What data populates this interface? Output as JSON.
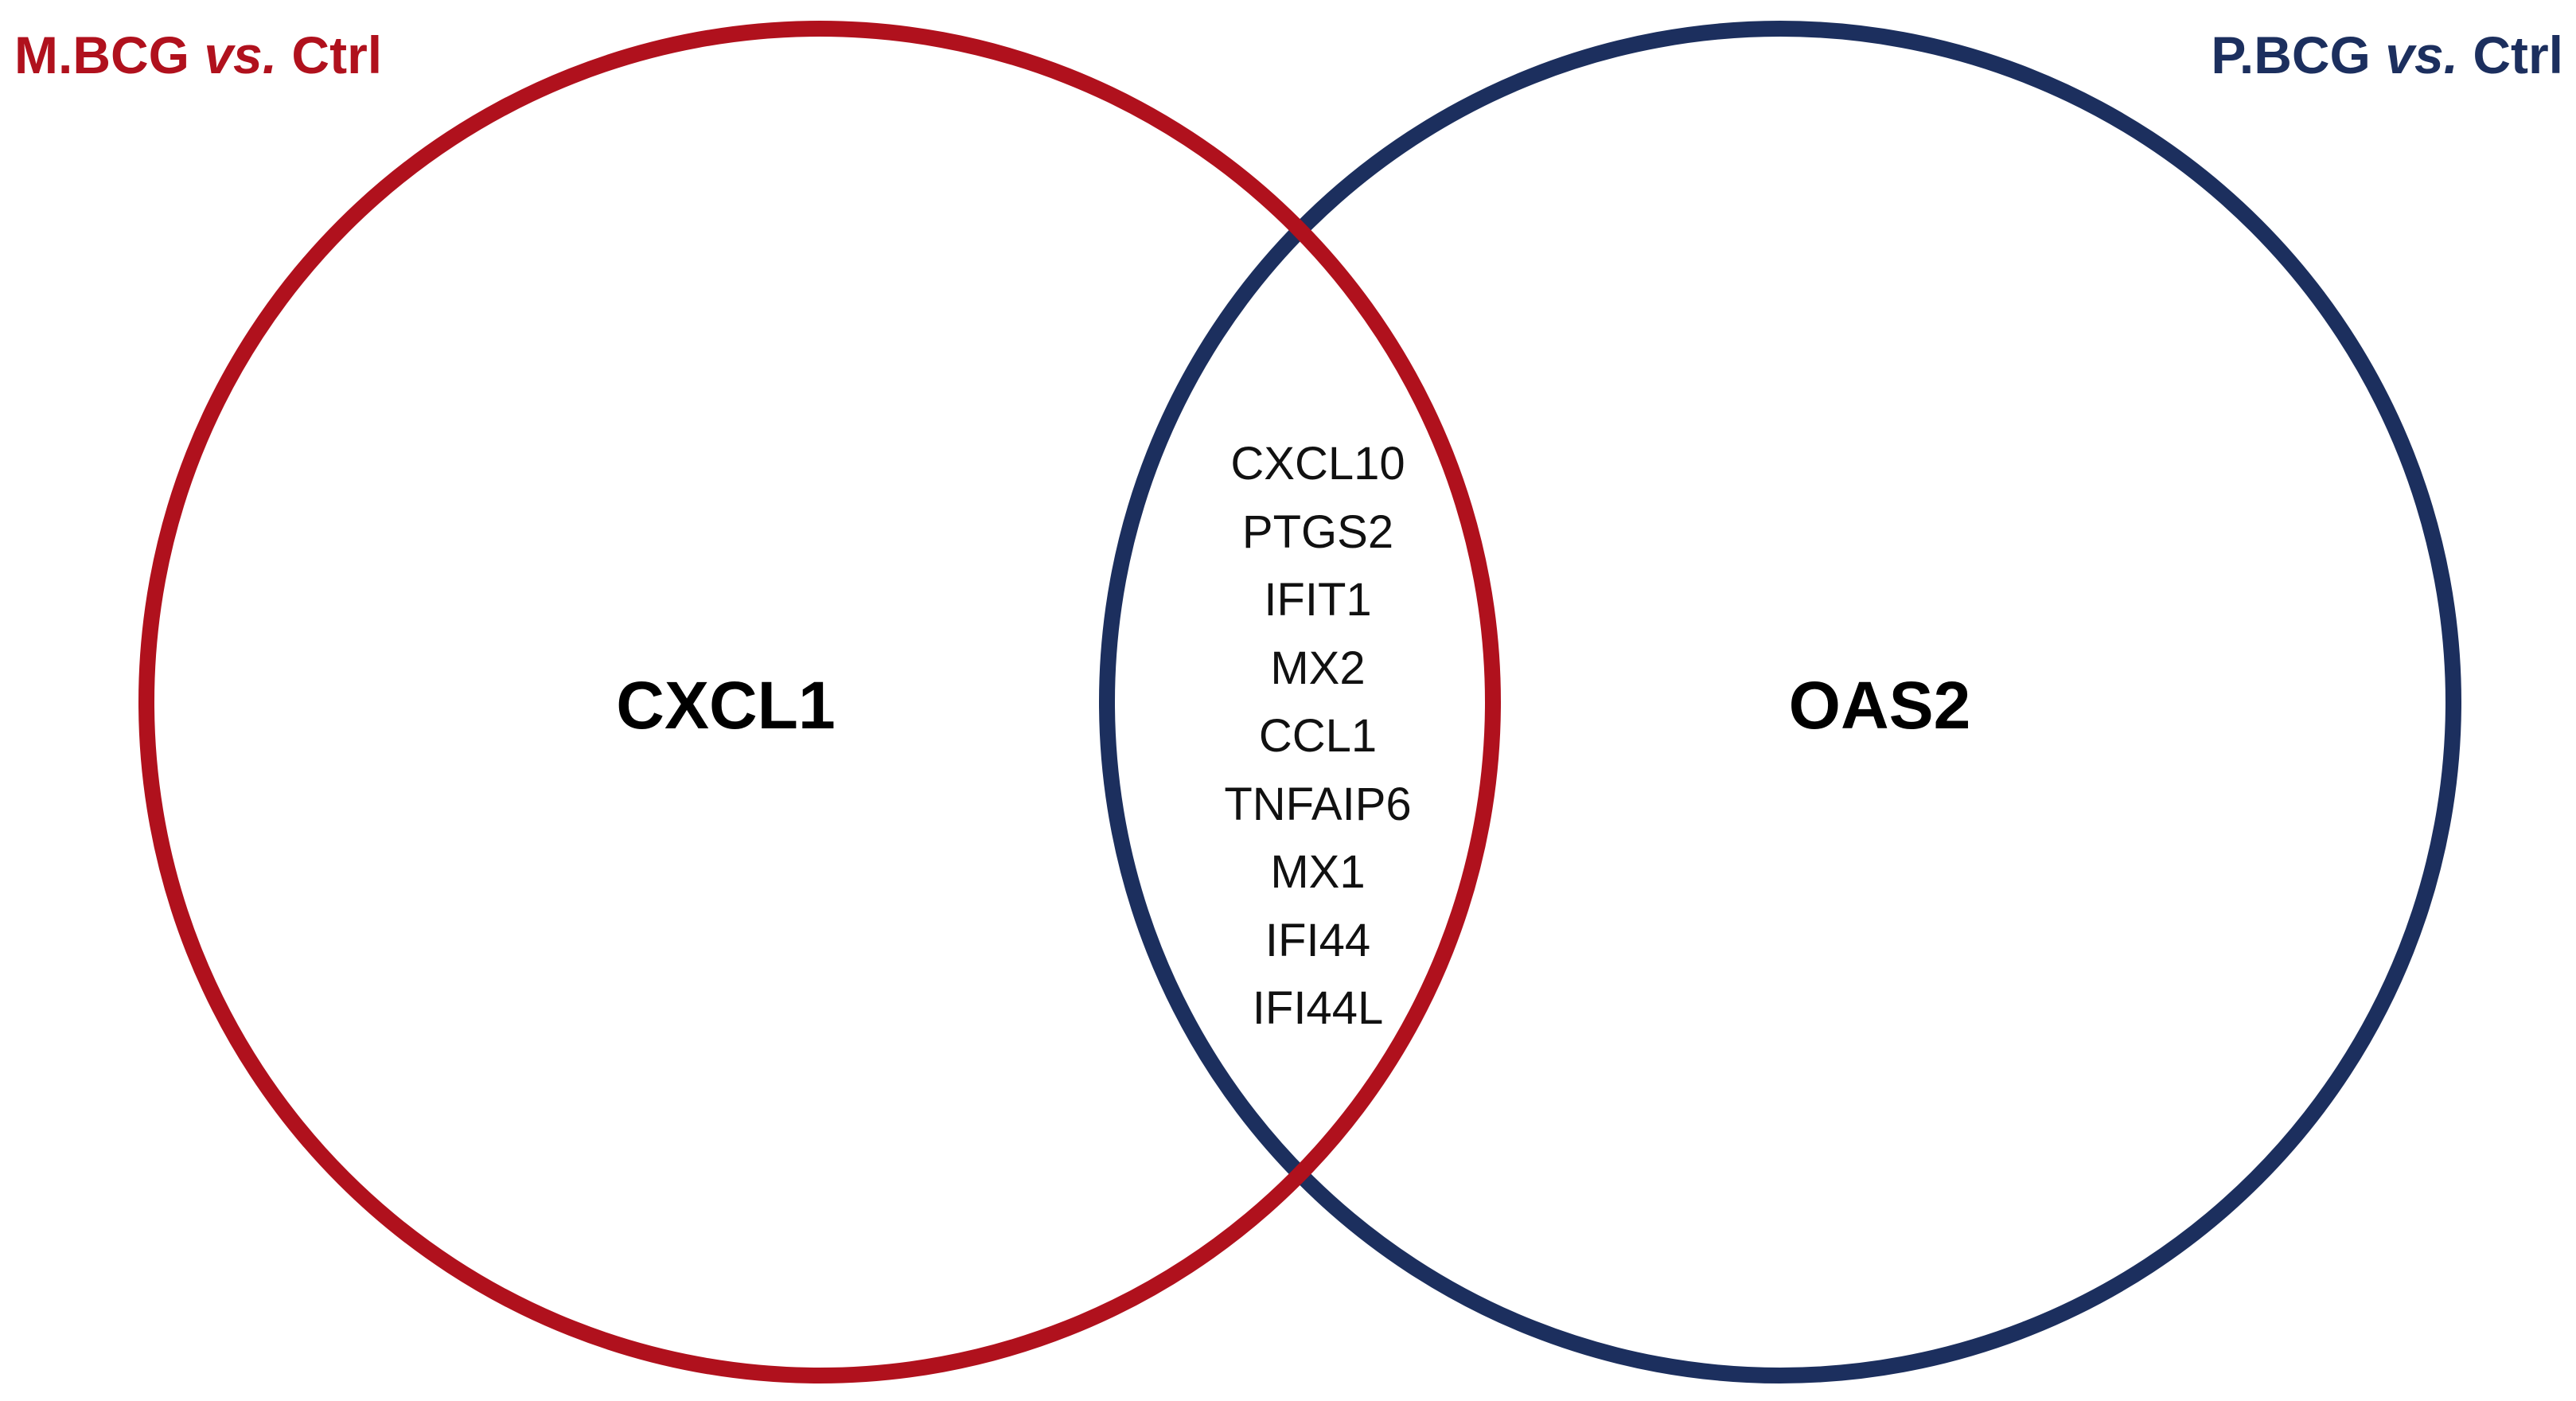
{
  "colors": {
    "left_set": "#b0111d",
    "right_set": "#1c2f5e",
    "text": "#000000"
  },
  "sets": {
    "left": {
      "name_prefix": "M.BCG",
      "name_vs": "vs.",
      "name_suffix": "Ctrl",
      "exclusive": [
        "CXCL1"
      ]
    },
    "right": {
      "name_prefix": "P.BCG",
      "name_vs": "vs.",
      "name_suffix": "Ctrl",
      "exclusive": [
        "OAS2"
      ]
    }
  },
  "intersection": [
    "CXCL10",
    "PTGS2",
    "IFIT1",
    "MX2",
    "CCL1",
    "TNFAIP6",
    "MX1",
    "IFI44",
    "IFI44L"
  ]
}
